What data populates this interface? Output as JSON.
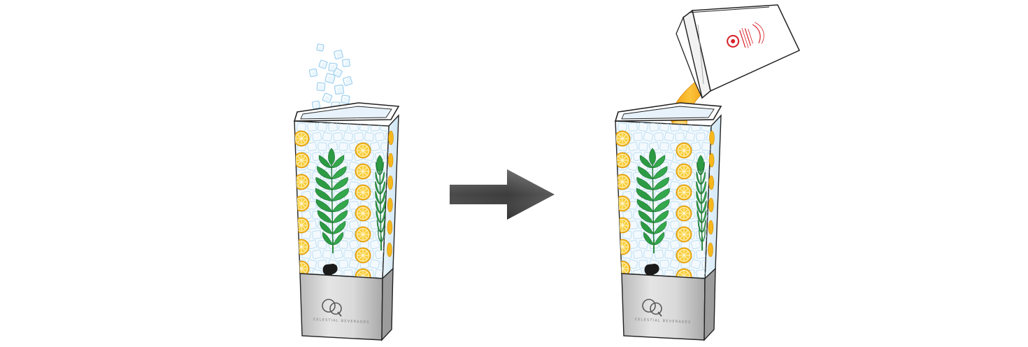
{
  "diagram": {
    "steps": [
      {
        "id": "step-1",
        "action": "add-ice"
      },
      {
        "id": "step-2",
        "action": "pour-concentrate"
      }
    ],
    "brand_text": "CELESTIAL BEVERAGES",
    "colors": {
      "ice": "#9fd0ee",
      "lemon": "#f8c32a",
      "leaf": "#2c9b43",
      "arrow_dark": "#3d3d3d",
      "arrow_light": "#9a9a9a",
      "base": "#cfcfcf",
      "pour": "#f6aa12",
      "jug_logo": "#d72028"
    },
    "icons": [
      "ice-cubes-icon",
      "lemon-slice-icon",
      "mint-sprig-icon",
      "spigot-icon",
      "arrow-right-icon",
      "pour-jug-icon"
    ]
  }
}
